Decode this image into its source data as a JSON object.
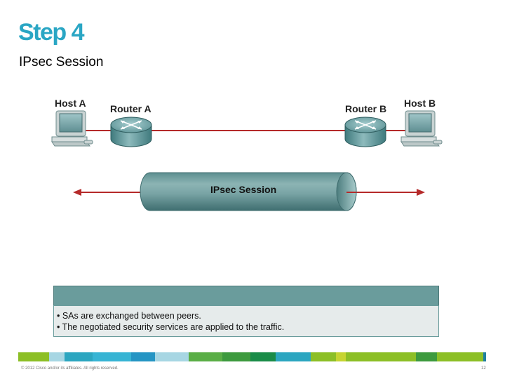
{
  "slide": {
    "title": "Step 4",
    "subtitle": "IPsec Session"
  },
  "diagram": {
    "host_a": "Host A",
    "router_a": "Router A",
    "router_b": "Router B",
    "host_b": "Host B",
    "tunnel_label": "IPsec Session"
  },
  "info": {
    "bullets": [
      "• SAs are exchanged between peers.",
      "• The negotiated security services are applied to the traffic."
    ]
  },
  "footer": {
    "copyright": "© 2012 Cisco and/or its affiliates. All rights reserved.",
    "page_number": "12",
    "stripe_colors": [
      "#8cbf26",
      "#a7d6e3",
      "#2ca6c0",
      "#37b4d4",
      "#2595c4",
      "#a7d6e3",
      "#5aae46",
      "#3d9a3e",
      "#1a8c48",
      "#2ca6c0",
      "#8cbf26",
      "#c6d431",
      "#8cbf26",
      "#3d9a3e",
      "#8cbf26",
      "#1f7fa0"
    ]
  }
}
